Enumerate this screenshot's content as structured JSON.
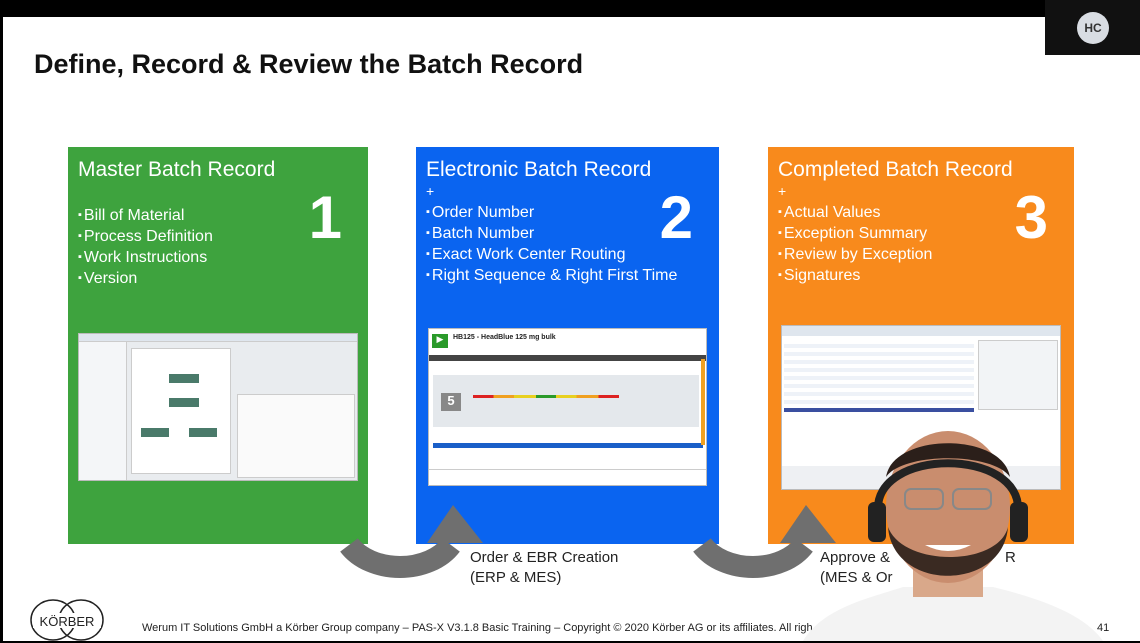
{
  "slide": {
    "title": "Define, Record & Review the Batch Record",
    "panels": [
      {
        "title": "Master Batch Record",
        "number": "1",
        "plus": "",
        "items": [
          "Bill of Material",
          "Process Definition",
          "Work Instructions",
          "Version"
        ],
        "color": "#3ea33e"
      },
      {
        "title": "Electronic Batch Record",
        "number": "2",
        "plus": "+",
        "items": [
          "Order Number",
          "Batch Number",
          "Exact Work Center Routing",
          "Right Sequence & Right First Time"
        ],
        "color": "#0a64f0",
        "screenshot": {
          "title": "HB125 - HeadBlue 125 mg bulk",
          "step": "5"
        }
      },
      {
        "title": "Completed Batch Record",
        "number": "3",
        "plus": "+",
        "items": [
          "Actual Values",
          "Exception Summary",
          "Review by Exception",
          "Signatures"
        ],
        "color": "#f88a1c"
      }
    ],
    "captions": [
      {
        "line1": "Order & EBR Creation",
        "line2": "(ERP & MES)"
      },
      {
        "line1": "Approve & ",
        "line1b": "R",
        "line2": "(MES & Or"
      }
    ],
    "footer": "Werum IT Solutions GmbH a Körber Group company – PAS-X V3.1.8 Basic Training – Copyright © 2020 Körber AG or its affiliates. All righ",
    "page_number": "41",
    "logo": "KÖRBER"
  },
  "participant": {
    "initials": "HC"
  }
}
